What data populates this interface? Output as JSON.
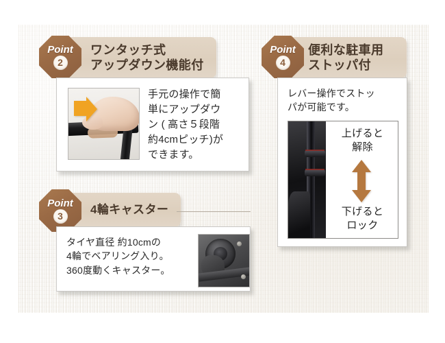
{
  "page": {
    "background_color": "#ffffff",
    "panel_color": "#f2efe9",
    "accent_brown": "#9a6a45",
    "header_bar_color": "#ddcfbd",
    "title_text_color": "#4a3a2c",
    "arrow_color": "#f0a323",
    "updown_arrow_color": "#b5783f"
  },
  "points": [
    {
      "id": "point-2",
      "badge_word": "Point",
      "badge_number": "2",
      "title": "ワンタッチ式\nアップダウン機能付",
      "body": "手元の操作で簡\n単にアップダウ\nン ( 高さ５段階\n約4cmピッチ)が\nできます。",
      "photo_name": "handle-adjust-photo",
      "photo_caption": ""
    },
    {
      "id": "point-4",
      "badge_word": "Point",
      "badge_number": "4",
      "title": "便利な駐車用\nストッパ付",
      "body": "レバー操作でストッ\nパが可能です。",
      "photo_name": "stopper-lever-photo",
      "labels": {
        "up": "上げると\n解除",
        "down": "下げると\nロック"
      }
    },
    {
      "id": "point-3",
      "badge_word": "Point",
      "badge_number": "3",
      "title": "4輪キャスター",
      "body": "タイヤ直径 約10cmの\n4輪でベアリング入り。\n360度動くキャスター。",
      "photo_name": "caster-wheel-photo"
    }
  ]
}
